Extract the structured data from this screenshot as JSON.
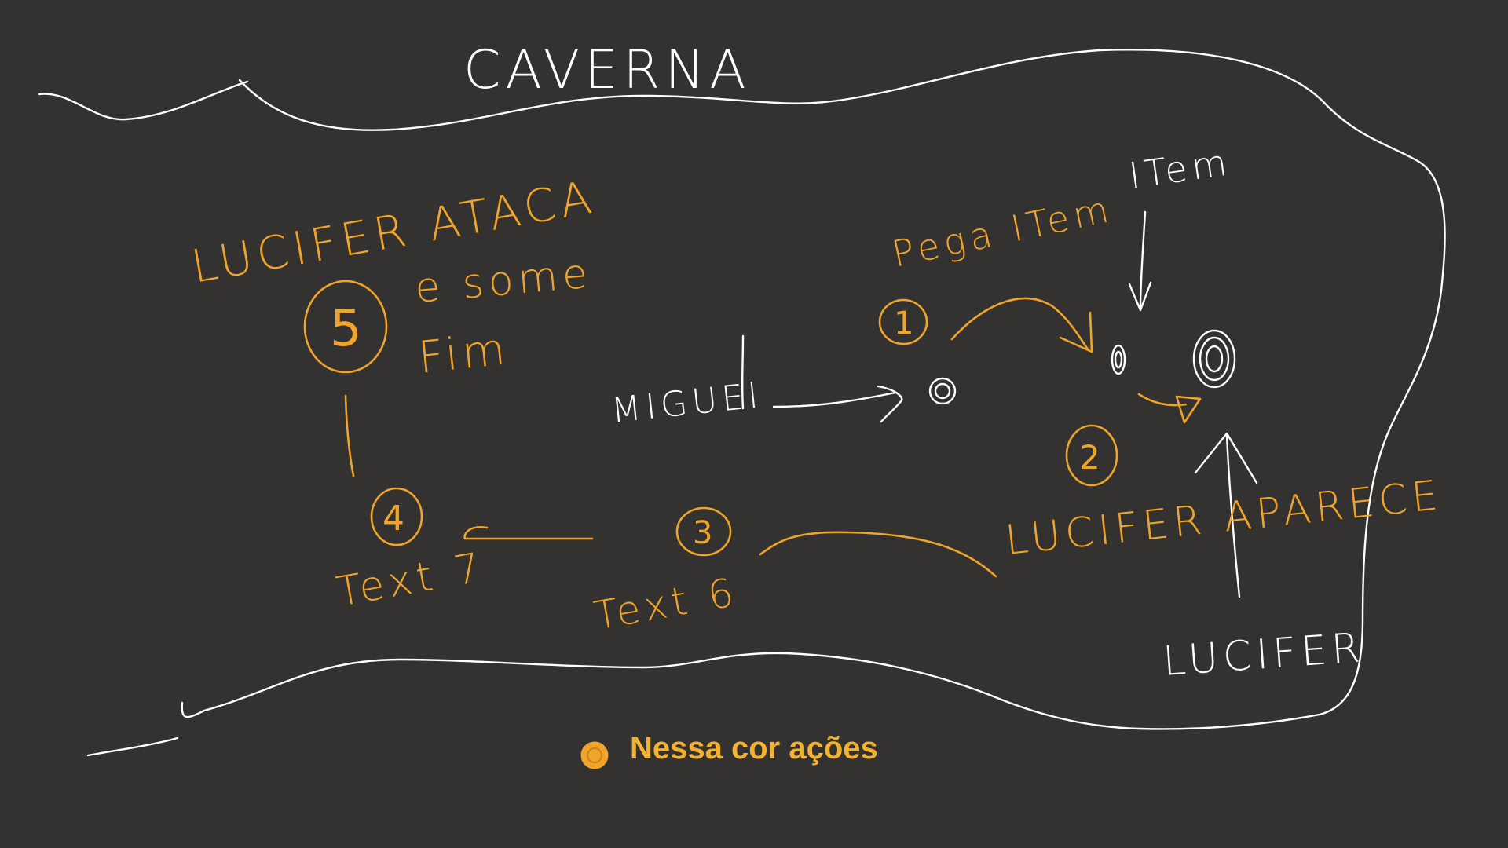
{
  "title": "CAVERNA",
  "labels": {
    "item": "ITem",
    "miguel": "MIGUEl",
    "lucifer_bottom": "LUCIFER",
    "step1": "Pega ITem",
    "step2": "LUCIFER APARECE",
    "step3": "Text 6",
    "step4": "Text 7",
    "step5_line1": "LUCIFER ATACA",
    "step5_line2": "e some",
    "step5_line3": "Fim"
  },
  "step_numbers": [
    "1",
    "2",
    "3",
    "4",
    "5"
  ],
  "legend": {
    "text": "Nessa cor ações",
    "color": "#f0a52a"
  },
  "colors": {
    "background": "#333231",
    "outline": "#ffffff",
    "action": "#f0a52a"
  }
}
